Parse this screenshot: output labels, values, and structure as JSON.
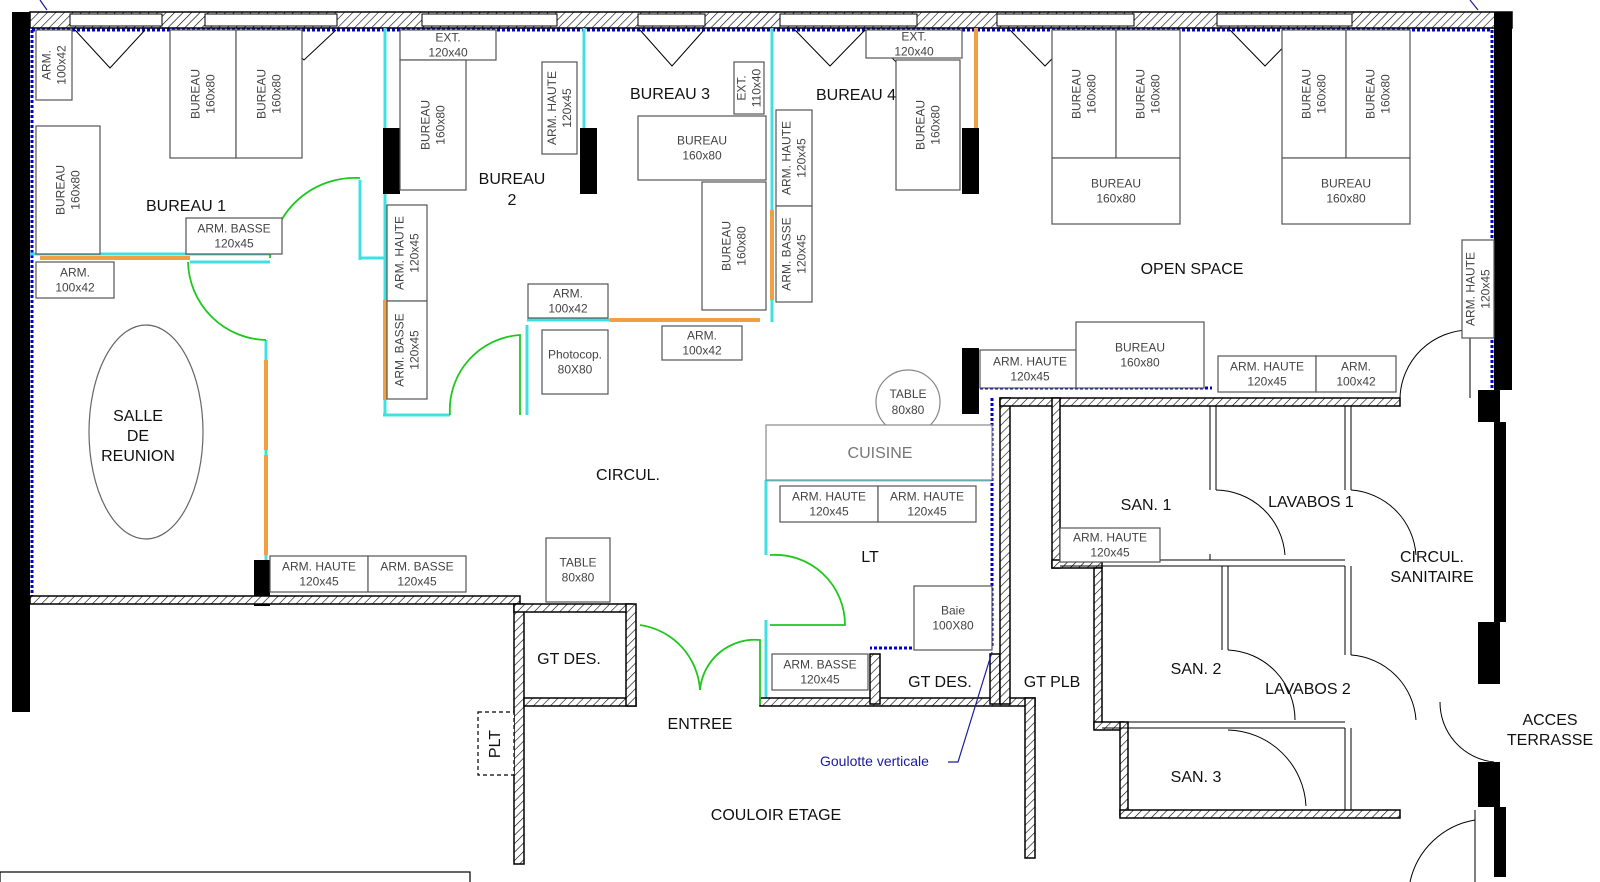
{
  "rooms": {
    "bureau1": "BUREAU 1",
    "bureau2_l1": "BUREAU",
    "bureau2_l2": "2",
    "bureau3": "BUREAU 3",
    "bureau4": "BUREAU 4",
    "open_space": "OPEN SPACE",
    "salle_l1": "SALLE",
    "salle_l2": "DE",
    "salle_l3": "REUNION",
    "circul": "CIRCUL.",
    "cuisine": "CUISINE",
    "lt": "LT",
    "san1": "SAN. 1",
    "lavabos1": "LAVABOS 1",
    "san2": "SAN. 2",
    "lavabos2": "LAVABOS 2",
    "san3": "SAN. 3",
    "circul_sanitaire_l1": "CIRCUL.",
    "circul_sanitaire_l2": "SANITAIRE",
    "acces_terrasse_l1": "ACCES",
    "acces_terrasse_l2": "TERRASSE",
    "gt_des_1": "GT DES.",
    "gt_des_2": "GT DES.",
    "gt_plb": "GT PLB",
    "entree": "ENTREE",
    "couloir_etage": "COULOIR ETAGE",
    "plt": "PLT"
  },
  "annotations": {
    "goulotte": "Goulotte verticale"
  },
  "furniture": {
    "arm_100x42_tl": [
      "ARM.",
      "100x42"
    ],
    "bureau_b1_a": [
      "BUREAU",
      "160x80"
    ],
    "bureau_b1_b": [
      "BUREAU",
      "160x80"
    ],
    "bureau_b1_side": [
      "BUREAU",
      "160x80"
    ],
    "arm_basse_b1": [
      "ARM. BASSE",
      "120x45"
    ],
    "arm_100x42_b1": [
      "ARM.",
      "100x42"
    ],
    "ext_b2": [
      "EXT.",
      "120x40"
    ],
    "bureau_b2": [
      "BUREAU",
      "160x80"
    ],
    "arm_haute_b2_top": [
      "ARM. HAUTE",
      "120x45"
    ],
    "arm_haute_b2": [
      "ARM. HAUTE",
      "120x45"
    ],
    "arm_basse_b2": [
      "ARM. BASSE",
      "120x45"
    ],
    "ext_b3": [
      "EXT.",
      "110x40"
    ],
    "bureau_b3": [
      "BUREAU",
      "160x80"
    ],
    "bureau_b3_v": [
      "BUREAU",
      "160x80"
    ],
    "arm_haute_b3": [
      "ARM. HAUTE",
      "120x45"
    ],
    "arm_basse_b3": [
      "ARM. BASSE",
      "120x45"
    ],
    "arm_100x42_b3a": [
      "ARM.",
      "100x42"
    ],
    "arm_100x42_b3b": [
      "ARM.",
      "100x42"
    ],
    "photocop": [
      "Photocop.",
      "80X80"
    ],
    "ext_b4": [
      "EXT.",
      "120x40"
    ],
    "bureau_b4": [
      "BUREAU",
      "160x80"
    ],
    "bureau_os1a": [
      "BUREAU",
      "160x80"
    ],
    "bureau_os1b": [
      "BUREAU",
      "160x80"
    ],
    "bureau_os1c": [
      "BUREAU",
      "160x80"
    ],
    "bureau_os2a": [
      "BUREAU",
      "160x80"
    ],
    "bureau_os2b": [
      "BUREAU",
      "160x80"
    ],
    "bureau_os2c": [
      "BUREAU",
      "160x80"
    ],
    "arm_haute_os_r": [
      "ARM. HAUTE",
      "120x45"
    ],
    "arm_haute_os_1": [
      "ARM. HAUTE",
      "120x45"
    ],
    "bureau_os_bottom": [
      "BUREAU",
      "160x80"
    ],
    "arm_haute_os_2": [
      "ARM. HAUTE",
      "120x45"
    ],
    "arm_100x42_os": [
      "ARM.",
      "100x42"
    ],
    "table_round": [
      "TABLE",
      "80x80"
    ],
    "arm_haute_k1": [
      "ARM. HAUTE",
      "120x45"
    ],
    "arm_haute_k2": [
      "ARM. HAUTE",
      "120x45"
    ],
    "arm_haute_san1": [
      "ARM. HAUTE",
      "120x45"
    ],
    "arm_haute_reunion": [
      "ARM. HAUTE",
      "120x45"
    ],
    "arm_basse_reunion": [
      "ARM. BASSE",
      "120x45"
    ],
    "table_circ": [
      "TABLE",
      "80x80"
    ],
    "baie": [
      "Baie",
      "100X80"
    ],
    "arm_basse_lt": [
      "ARM. BASSE",
      "120x45"
    ]
  }
}
